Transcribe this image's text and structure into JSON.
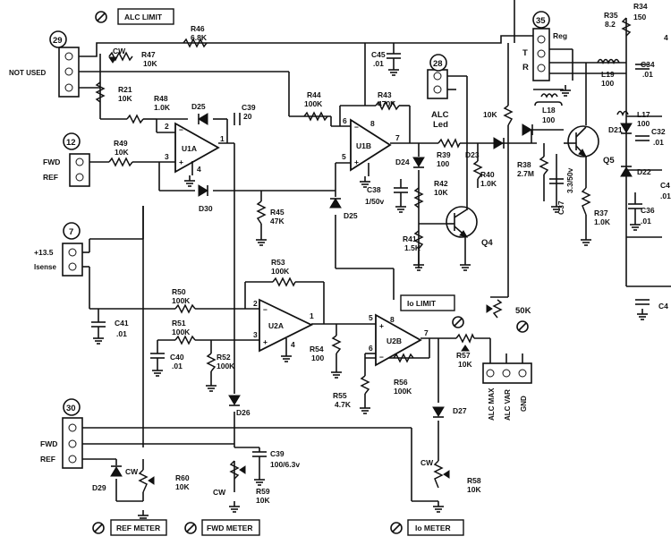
{
  "connectors": [
    {
      "id": "29",
      "pins": [
        "NOT USED"
      ]
    },
    {
      "id": "12",
      "pins": [
        "FWD",
        "REF"
      ]
    },
    {
      "id": "7",
      "pins": [
        "+13.5",
        "Isense"
      ]
    },
    {
      "id": "30",
      "pins": [
        "FWD",
        "REF"
      ]
    },
    {
      "id": "28",
      "pins": [
        "ALC",
        "Led"
      ]
    },
    {
      "id": "35",
      "pins": [
        "Reg",
        "T",
        "R"
      ]
    }
  ],
  "adjust_labels": {
    "alc_limit": "ALC LIMIT",
    "io_limit": "Io LIMIT",
    "ref_meter": "REF METER",
    "fwd_meter": "FWD METER",
    "io_meter": "Io METER"
  },
  "opamps": [
    "U1A",
    "U1B",
    "U2A",
    "U2B"
  ],
  "resistors": [
    [
      "R46",
      "6.8K"
    ],
    [
      "R47",
      "10K"
    ],
    [
      "R21",
      "10K"
    ],
    [
      "R48",
      "1.0K"
    ],
    [
      "R49",
      "10K"
    ],
    [
      "R44",
      "100K"
    ],
    [
      "R43",
      "470K"
    ],
    [
      "R39",
      "100"
    ],
    [
      "R40",
      "1.0K"
    ],
    [
      "R42",
      "10K"
    ],
    [
      "R41",
      "1.5K"
    ],
    [
      "R45",
      "47K"
    ],
    [
      "R53",
      "100K"
    ],
    [
      "R50",
      "100K"
    ],
    [
      "R51",
      "100K"
    ],
    [
      "R52",
      "100K"
    ],
    [
      "R54",
      "100"
    ],
    [
      "R55",
      "4.7K"
    ],
    [
      "R56",
      "100K"
    ],
    [
      "R57",
      "10K"
    ],
    [
      "R60",
      "10K"
    ],
    [
      "R59",
      "10K"
    ],
    [
      "R58",
      "10K"
    ],
    [
      "R38",
      "2.7M"
    ],
    [
      "R37",
      "1.0K"
    ],
    [
      "R35",
      "8.2"
    ],
    [
      "R34",
      "150"
    ]
  ],
  "capacitors": [
    [
      "C39",
      "20"
    ],
    [
      "C45",
      ".01"
    ],
    [
      "C38",
      "1/50v"
    ],
    [
      "C41",
      ".01"
    ],
    [
      "C40",
      ".01"
    ],
    [
      "C39",
      "100/6.3v"
    ],
    [
      "C37",
      "3.3/50v"
    ],
    [
      "C36",
      ".01"
    ],
    [
      "C34",
      ".01"
    ],
    [
      "C32",
      ".01"
    ]
  ],
  "inductors": [
    [
      "L19",
      "100"
    ],
    [
      "L18",
      "100"
    ],
    [
      "L17",
      "100"
    ]
  ],
  "diodes": [
    "D25",
    "D30",
    "D24",
    "D23",
    "D25",
    "D26",
    "D27",
    "D29",
    "D21",
    "D22"
  ],
  "transistors": [
    "Q4",
    "Q5"
  ],
  "misc": {
    "pin_numbers": [
      "2",
      "1",
      "3",
      "4",
      "8",
      "6",
      "7",
      "5",
      "2",
      "1",
      "3",
      "4",
      "8",
      "5",
      "7",
      "6"
    ],
    "cw": "CW",
    "pot_50k": "50K",
    "r_10k": "10K",
    "alc_pins": [
      "ALC MAX",
      "ALC VAR",
      "GND"
    ],
    "edge_fragments": [
      "4",
      "C4",
      "C4",
      ".01"
    ]
  }
}
